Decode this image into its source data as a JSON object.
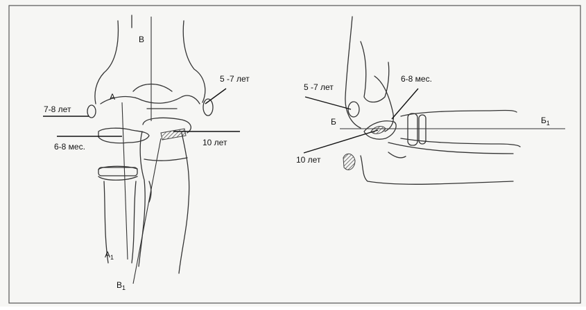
{
  "colors": {
    "paper": "#f6f6f4",
    "border": "#555555",
    "ink": "#111111",
    "hatch": "#666666"
  },
  "front_view": {
    "labels": {
      "axis_a_top": "А",
      "axis_a_bottom": "А",
      "axis_a_bottom_sub": "1",
      "axis_b_top": "В",
      "axis_b_bottom": "В",
      "axis_b_bottom_sub": "1",
      "ossif_7_8": "7-8 лет",
      "ossif_6_8": "6-8 мес.",
      "ossif_5_7": "5 -7 лет",
      "ossif_10": "10 лет"
    }
  },
  "side_view": {
    "labels": {
      "axis_b_left": "Б",
      "axis_b_right": "Б",
      "axis_b_right_sub": "1",
      "ossif_5_7": "5 -7 лет",
      "ossif_6_8": "6-8 мес.",
      "ossif_10": "10 лет"
    }
  }
}
